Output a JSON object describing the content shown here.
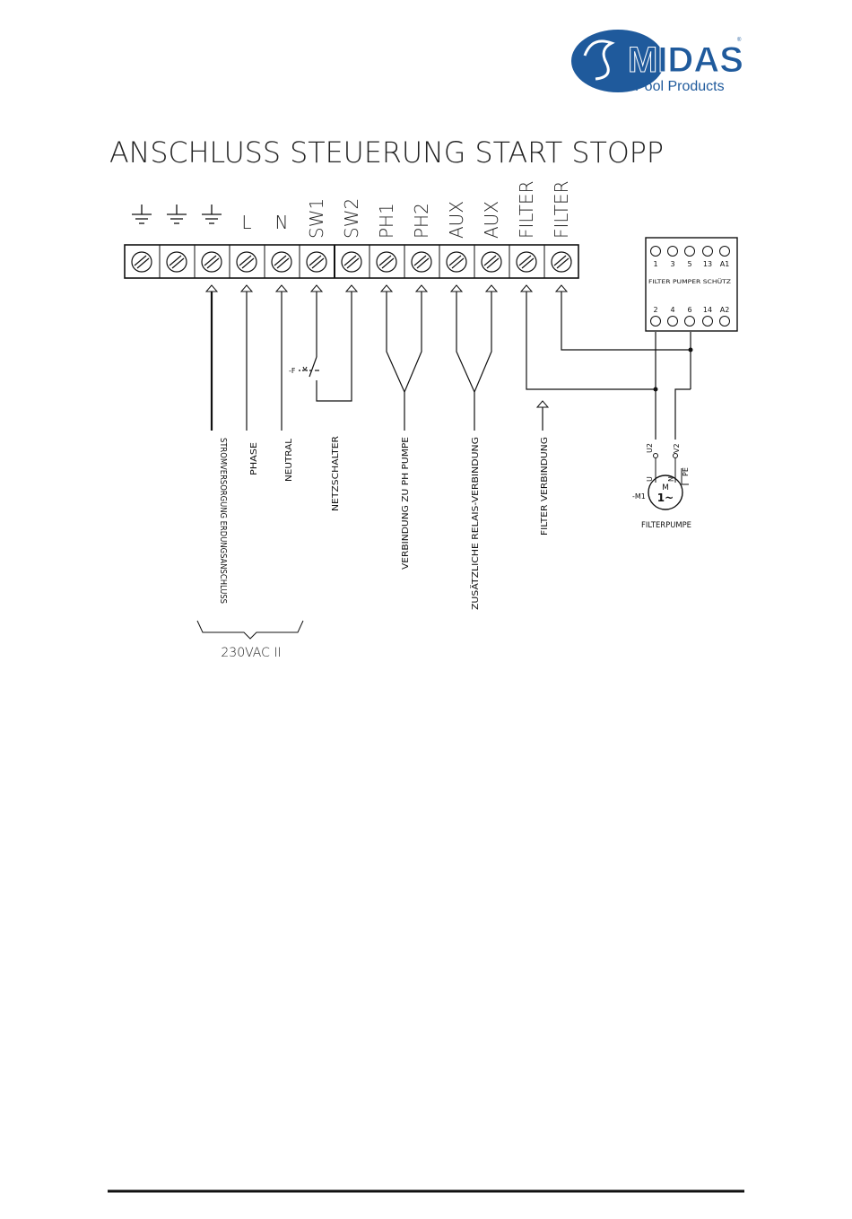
{
  "logo": {
    "brand": "MIDAS",
    "tagline": "Pool Products",
    "accent_color": "#1f5a9c"
  },
  "title": "ANSCHLUSS STEUERUNG  START STOPP",
  "terminals": [
    "ground-symbol",
    "ground-symbol",
    "ground-symbol",
    "L",
    "N",
    "SW1",
    "SW2",
    "PH1",
    "PH2",
    "AUX",
    "AUX",
    "FILTER",
    "FILTER"
  ],
  "contactor": {
    "top_pins": [
      "1",
      "3",
      "5",
      "13",
      "A1"
    ],
    "bottom_pins": [
      "2",
      "4",
      "6",
      "14",
      "A2"
    ],
    "label": "FILTER PUMPER SCHÜTZ"
  },
  "wire_labels": {
    "earth": "STROMVERSORGUNG ERDUNGSANSCHLUSS",
    "phase": "PHASE",
    "neutral": "NEUTRAL",
    "switch": "NETZSCHALTER",
    "ph_pump": "VERBINDUNG ZU PH PUMPE",
    "aux_relay": "ZUSÄTZLICHE RELAIS-VERBINDUNG",
    "filter": "FILTER VERBINDUNG"
  },
  "switch_tag": "-F",
  "supply_label": "230VAC II",
  "motor": {
    "tag": "-M1",
    "symbol_top": "M",
    "symbol_bottom": "1~",
    "terminal_u2": "U2",
    "terminal_v2": "V2",
    "terminal_u": "U",
    "terminal_n": "N",
    "terminal_pe": "PE",
    "label": "FILTERPUMPE"
  }
}
